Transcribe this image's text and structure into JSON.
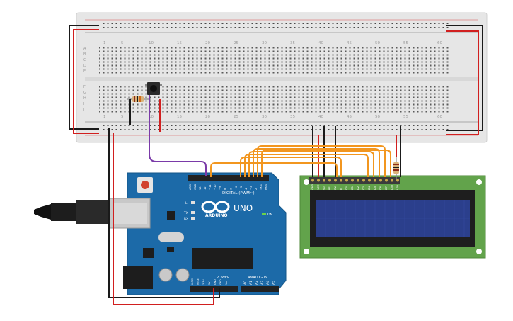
{
  "colors": {
    "breadboard": "#e8e8e8",
    "breadboard_border": "#d2d2d2",
    "hole": "#3a3a3a",
    "rail_red": "#d11f1f",
    "rail_black": "#1a1a1a",
    "arduino_board": "#1c6aa8",
    "lcd_pcb": "#62a34b",
    "lcd_screen": "#2a3f8f",
    "wire_orange": "#f2961f",
    "wire_purple": "#7a3aa8",
    "wire_red": "#d11f1f",
    "wire_black": "#1a1a1a"
  },
  "breadboard": {
    "column_numbers_top": [
      "1",
      "5",
      "10",
      "15",
      "20",
      "25",
      "30",
      "35",
      "40",
      "45",
      "50",
      "55",
      "60"
    ],
    "column_numbers_bottom": [
      "1",
      "5",
      "10",
      "15",
      "20",
      "25",
      "30",
      "35",
      "40",
      "45",
      "50",
      "55",
      "60"
    ],
    "row_letters_top": [
      "A",
      "B",
      "C",
      "D",
      "E"
    ],
    "row_letters_bottom": [
      "F",
      "G",
      "H",
      "I",
      "J"
    ]
  },
  "arduino": {
    "brand_text": "ARDUINO",
    "model_text": "UNO",
    "on_label": "ON",
    "digital_label": "DIGITAL (PWM~)",
    "power_label": "POWER",
    "analog_label": "ANALOG IN",
    "tx_label": "TX",
    "rx_label": "RX",
    "l_label": "L",
    "digital_pins": [
      "AREF",
      "GND",
      "13",
      "12",
      "~11",
      "~10",
      "~9",
      "8",
      "7",
      "~6",
      "~5",
      "4",
      "~3",
      "2",
      "TX 1",
      "RX 0"
    ],
    "power_pins": [
      "IOREF",
      "RESET",
      "3.3V",
      "5V",
      "GND",
      "GND",
      "Vin"
    ],
    "analog_pins": [
      "A0",
      "A1",
      "A2",
      "A3",
      "A4",
      "A5"
    ]
  },
  "lcd": {
    "pin_labels": [
      "GND",
      "VCC",
      "V0",
      "RS",
      "RW",
      "E",
      "D0",
      "D1",
      "D2",
      "D3",
      "D4",
      "D5",
      "D6",
      "D7",
      "LED",
      "LED"
    ]
  },
  "components": {
    "resistor_icon": "resistor-icon",
    "button_icon": "pushbutton-icon",
    "usb_icon": "usb-plug-icon",
    "infinity_logo": "arduino-infinity-logo-icon"
  }
}
